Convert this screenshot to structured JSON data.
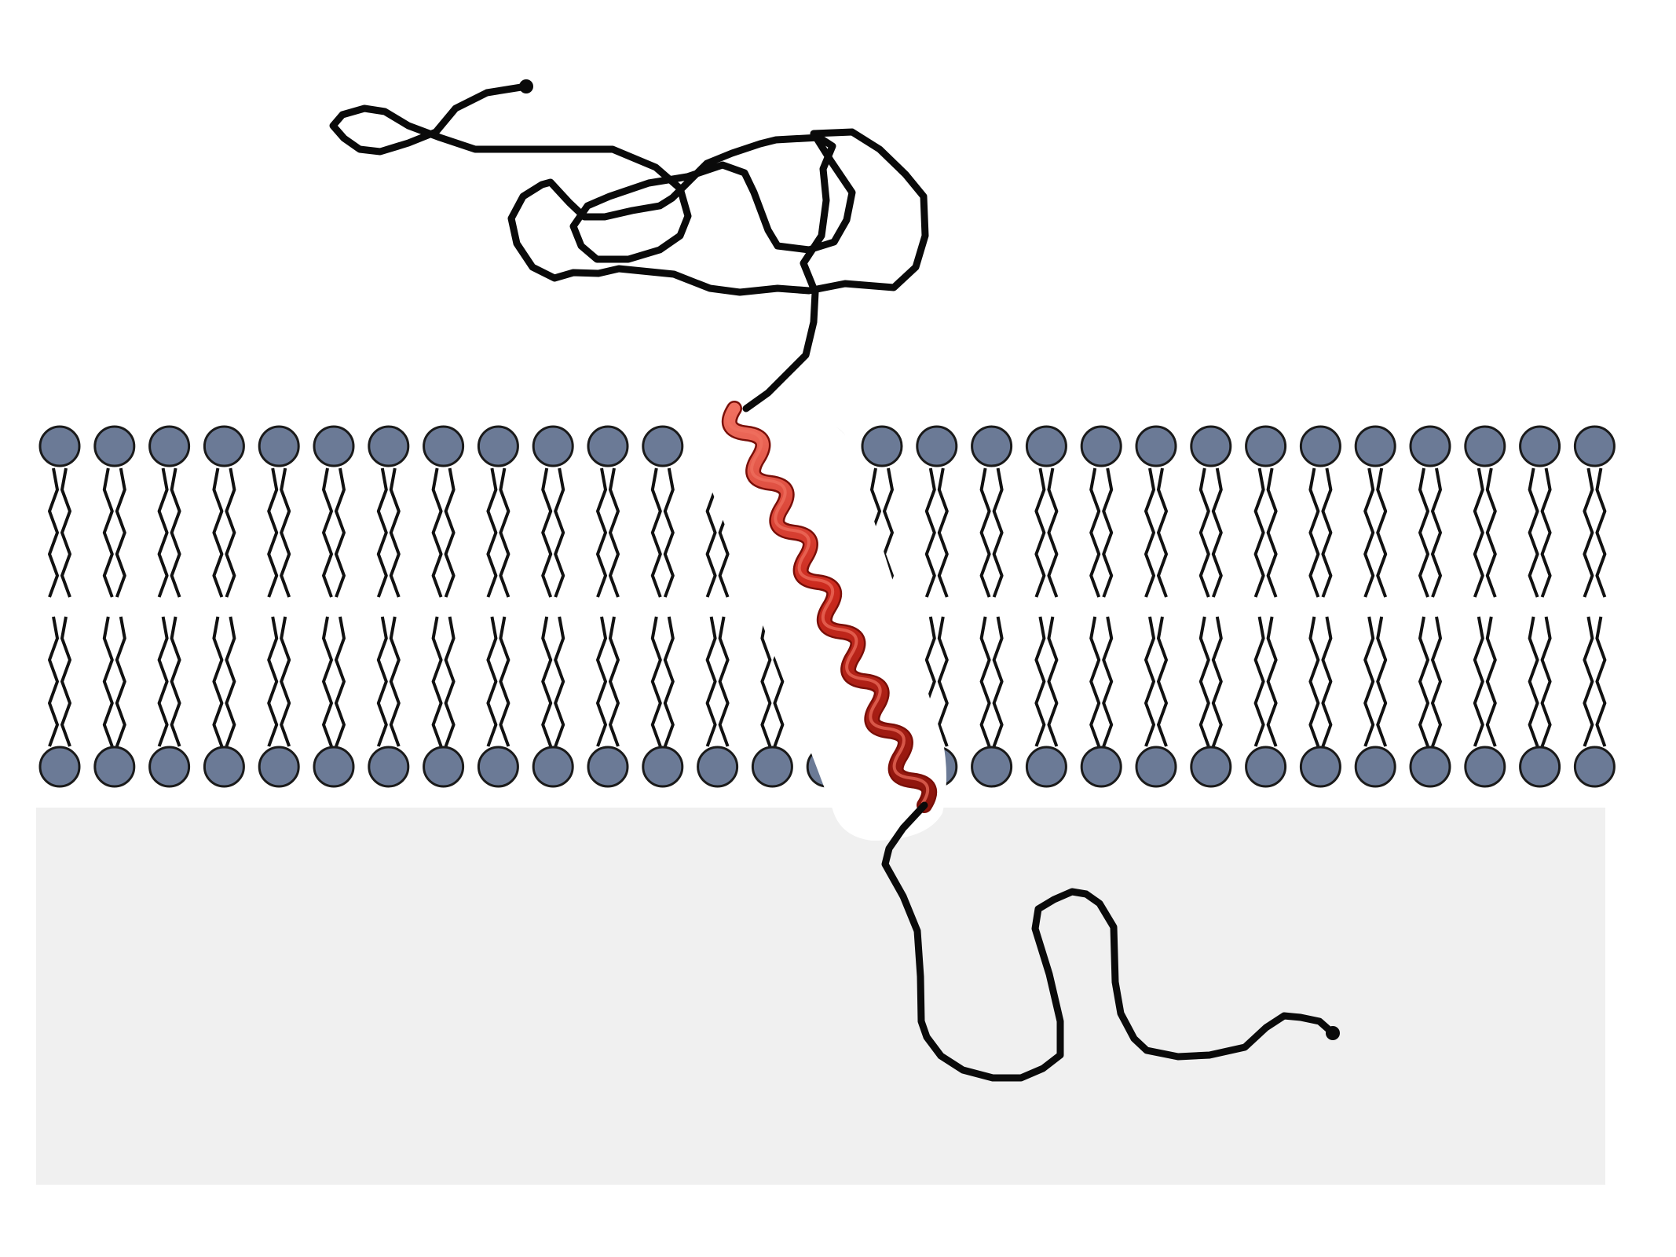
{
  "diagram": {
    "type": "single-pass transmembrane protein in lipid bilayer",
    "colors": {
      "background": "#ffffff",
      "cytoplasm_region": "#f0f0f0",
      "lipid_head_fill": "#6b7a96",
      "lipid_head_stroke": "#1a1a1a",
      "lipid_tail": "#111111",
      "polypeptide_chain": "#0a0a0a",
      "helix": "#cc2a1e",
      "helix_highlight": "#f07060",
      "helix_channel": "#ffffff"
    },
    "bilayer": {
      "lipids_per_leaflet": 29,
      "leaflets": [
        "outer",
        "inner"
      ]
    },
    "protein": {
      "regions": [
        "extracellular-domain",
        "transmembrane-alpha-helix",
        "cytoplasmic-tail"
      ],
      "helix_turns": 8
    },
    "icons": [
      "lipid-head",
      "lipid-tail",
      "alpha-helix",
      "terminus-dot"
    ]
  }
}
